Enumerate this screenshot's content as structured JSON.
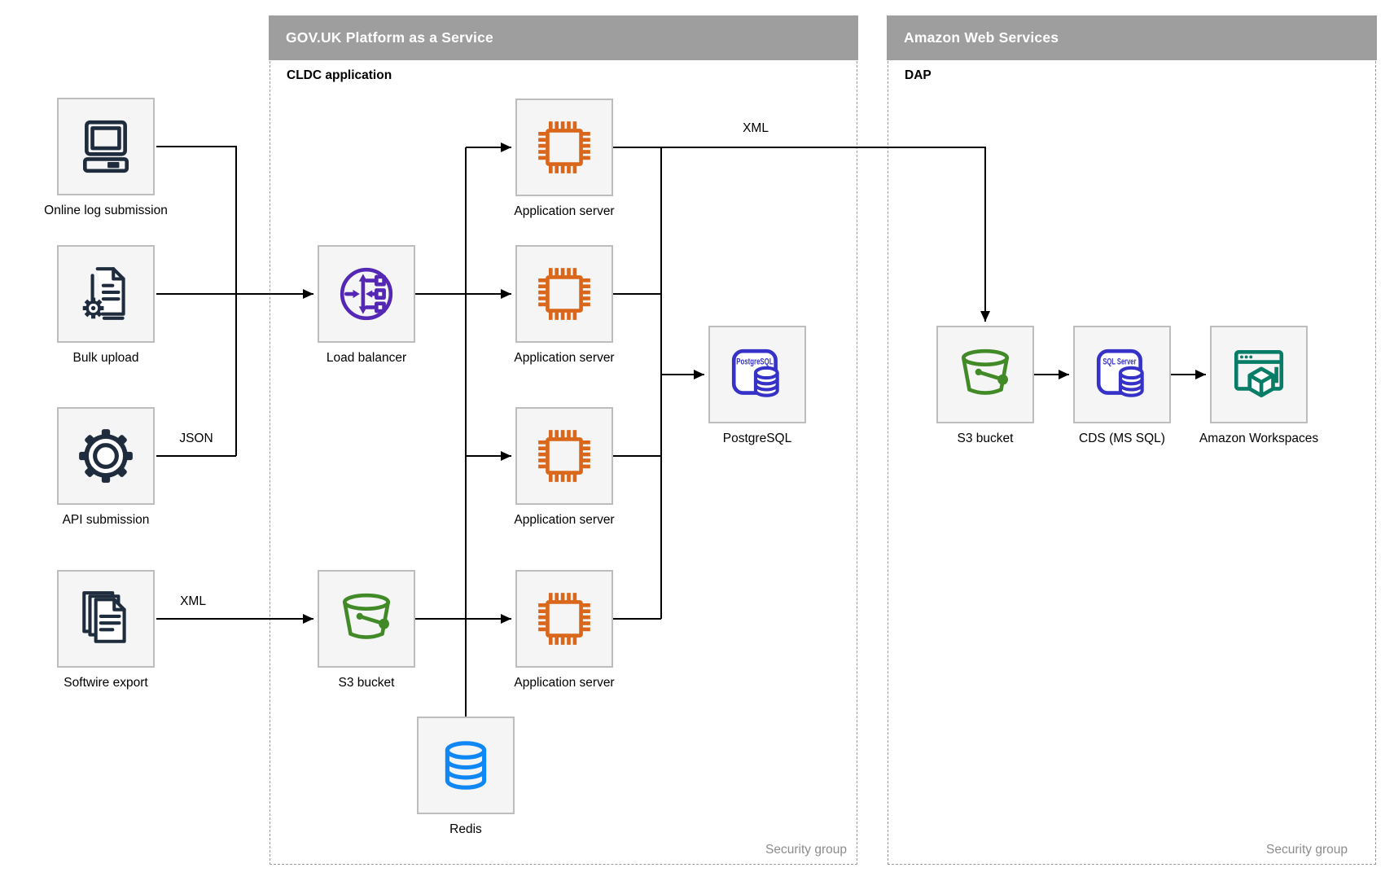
{
  "diagram": {
    "govuk": {
      "title": "GOV.UK Platform as a Service",
      "sublabel": "CLDC application",
      "footer_label": "Security group"
    },
    "aws": {
      "title": "Amazon Web Services",
      "sublabel": "DAP",
      "footer_label": "Security group"
    },
    "nodes": {
      "online_log": {
        "label": "Online log submission",
        "icon": "computer-icon"
      },
      "bulk_upload": {
        "label": "Bulk upload",
        "icon": "document-gear-icon"
      },
      "api_submission": {
        "label": "API submission",
        "icon": "gear-icon"
      },
      "softwire_export": {
        "label": "Softwire export",
        "icon": "documents-stack-icon"
      },
      "load_balancer": {
        "label": "Load balancer",
        "icon": "load-balancer-icon"
      },
      "app_server_1": {
        "label": "Application server",
        "icon": "chip-icon"
      },
      "app_server_2": {
        "label": "Application server",
        "icon": "chip-icon"
      },
      "app_server_3": {
        "label": "Application server",
        "icon": "chip-icon"
      },
      "app_server_4": {
        "label": "Application server",
        "icon": "chip-icon"
      },
      "postgresql": {
        "label": "PostgreSQL",
        "icon_text": "PostgreSQL",
        "icon": "postgresql-icon"
      },
      "s3_govuk": {
        "label": "S3 bucket",
        "icon": "s3-bucket-icon"
      },
      "redis": {
        "label": "Redis",
        "icon": "redis-database-icon"
      },
      "s3_aws": {
        "label": "S3 bucket",
        "icon": "s3-bucket-icon"
      },
      "cds": {
        "label": "CDS (MS SQL)",
        "icon_text": "SQL Server",
        "icon": "sql-server-icon"
      },
      "workspaces": {
        "label": "Amazon Workspaces",
        "icon": "workspaces-icon"
      }
    },
    "edge_labels": {
      "api_json": "JSON",
      "softwire_xml": "XML",
      "app_to_s3_xml": "XML"
    },
    "colors": {
      "navy": "#1f2c3d",
      "orange": "#d9661a",
      "purple": "#5428b5",
      "indigo": "#3632c8",
      "green": "#428a28",
      "redis_blue": "#0f87f5",
      "teal": "#077d67",
      "header_gray": "#9e9e9e",
      "line_black": "#000000",
      "security_text_gray": "#8c8c8c"
    }
  }
}
